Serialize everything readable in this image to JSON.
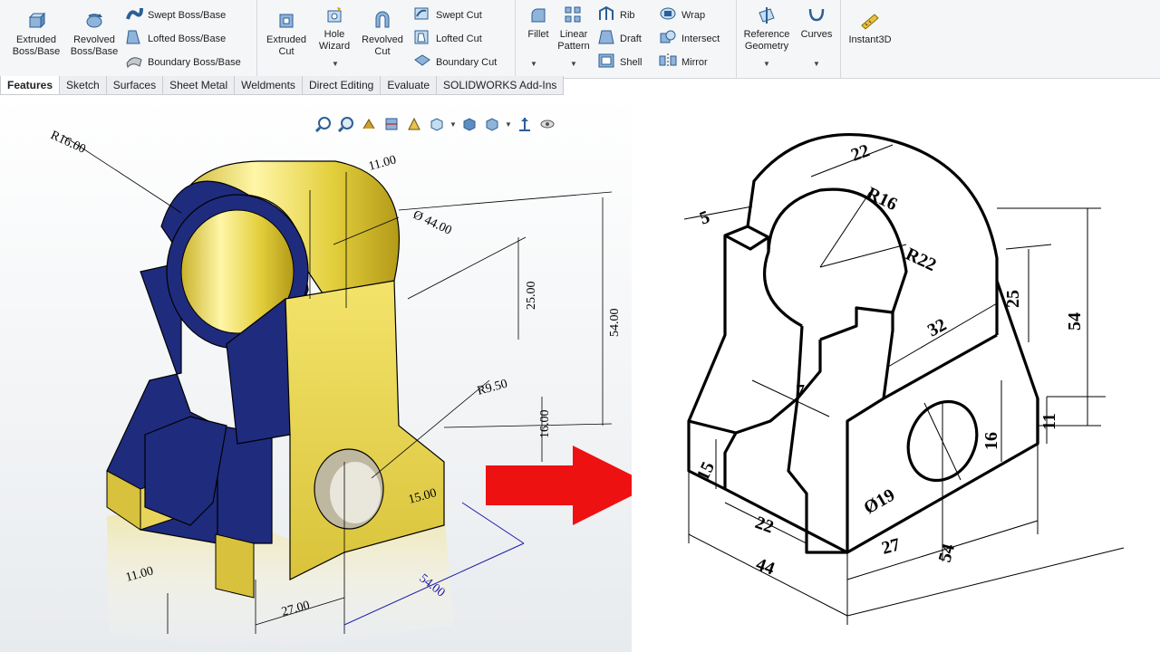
{
  "ribbon": {
    "extruded_boss": "Extruded\nBoss/Base",
    "revolved_boss": "Revolved\nBoss/Base",
    "swept_boss": "Swept Boss/Base",
    "lofted_boss": "Lofted Boss/Base",
    "boundary_boss": "Boundary Boss/Base",
    "extruded_cut": "Extruded\nCut",
    "hole_wizard": "Hole\nWizard",
    "revolved_cut": "Revolved\nCut",
    "swept_cut": "Swept Cut",
    "lofted_cut": "Lofted Cut",
    "boundary_cut": "Boundary Cut",
    "fillet": "Fillet",
    "linear_pattern": "Linear\nPattern",
    "rib": "Rib",
    "draft": "Draft",
    "shell": "Shell",
    "wrap": "Wrap",
    "intersect": "Intersect",
    "mirror": "Mirror",
    "reference_geometry": "Reference\nGeometry",
    "curves": "Curves",
    "instant3d": "Instant3D"
  },
  "tabs": [
    "Features",
    "Sketch",
    "Surfaces",
    "Sheet Metal",
    "Weldments",
    "Direct Editing",
    "Evaluate",
    "SOLIDWORKS Add-Ins"
  ],
  "active_tab": "Features",
  "model_dims": {
    "r16": "R16.00",
    "d11_top": "11.00",
    "dia44": "Ø 44.00",
    "d25": "25.00",
    "d54": "54.00",
    "r9_5": "R9.50",
    "d16": "16.00",
    "d15": "15.00",
    "d54_blue": "54.00",
    "d11_bottom": "11.00",
    "d27": "27.00"
  },
  "drawing_dims": {
    "d22_top": "22",
    "d5": "5",
    "r16": "R16",
    "r22": "R22",
    "d25": "25",
    "d54_right": "54",
    "d32": "32",
    "d7": "7",
    "d16": "16",
    "d11": "11",
    "d15": "15",
    "dia19": "Ø19",
    "d22_bottom": "22",
    "d44": "44",
    "d27": "27",
    "d54_bottom": "54"
  },
  "colors": {
    "ribbon_bg": "#f5f6f7",
    "model_yellow": "#e8d64a",
    "model_blue": "#1e2a7a",
    "arrow_red": "#ee1111"
  }
}
